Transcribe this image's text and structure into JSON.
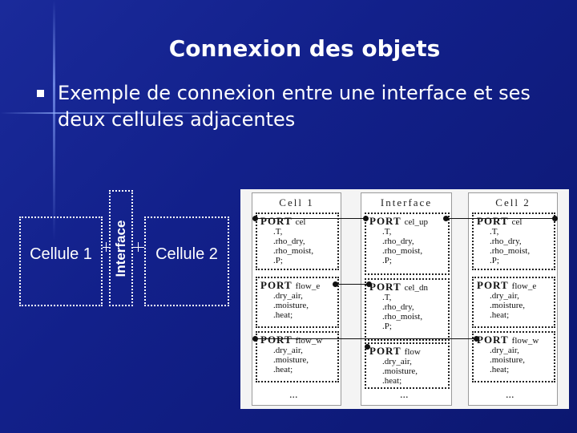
{
  "slide": {
    "title": "Connexion des objets",
    "bullet": "Exemple de connexion entre une interface et ses deux cellules adjacentes",
    "bullet_icon": "square-bullet"
  },
  "simple_diagram": {
    "cell1": "Cellule 1",
    "interface": "Interface",
    "cell2": "Cellule 2"
  },
  "detail_diagram": {
    "cell1": {
      "title": "Cell 1",
      "ports": [
        {
          "name": "PORT",
          "suffix": "cel",
          "fields": ".T,\n.rho_dry,\n.rho_moist,\n.P;"
        },
        {
          "name": "PORT",
          "suffix": "flow_e",
          "fields": ".dry_air,\n.moisture,\n.heat;"
        },
        {
          "name": "PORT",
          "suffix": "flow_w",
          "fields": ".dry_air,\n.moisture,\n.heat;"
        }
      ],
      "ellipsis": "..."
    },
    "interface": {
      "title": "Interface",
      "ports": [
        {
          "name": "PORT",
          "suffix": "cel_up",
          "fields": ".T,\n.rho_dry,\n.rho_moist,\n.P;"
        },
        {
          "name": "PORT",
          "suffix": "cel_dn",
          "fields": ".T,\n.rho_dry,\n.rho_moist,\n.P;"
        },
        {
          "name": "PORT",
          "suffix": "flow",
          "fields": ".dry_air,\n.moisture,\n.heat;"
        }
      ],
      "ellipsis": "..."
    },
    "cell2": {
      "title": "Cell 2",
      "ports": [
        {
          "name": "PORT",
          "suffix": "cel",
          "fields": ".T,\n.rho_dry,\n.rho_moist,\n.P;"
        },
        {
          "name": "PORT",
          "suffix": "flow_e",
          "fields": ".dry_air,\n.moisture,\n.heat;"
        },
        {
          "name": "PORT",
          "suffix": "flow_w",
          "fields": ".dry_air,\n.moisture,\n.heat;"
        }
      ],
      "ellipsis": "..."
    }
  },
  "colors": {
    "background": "#0f1c7a",
    "text": "#ffffff"
  }
}
